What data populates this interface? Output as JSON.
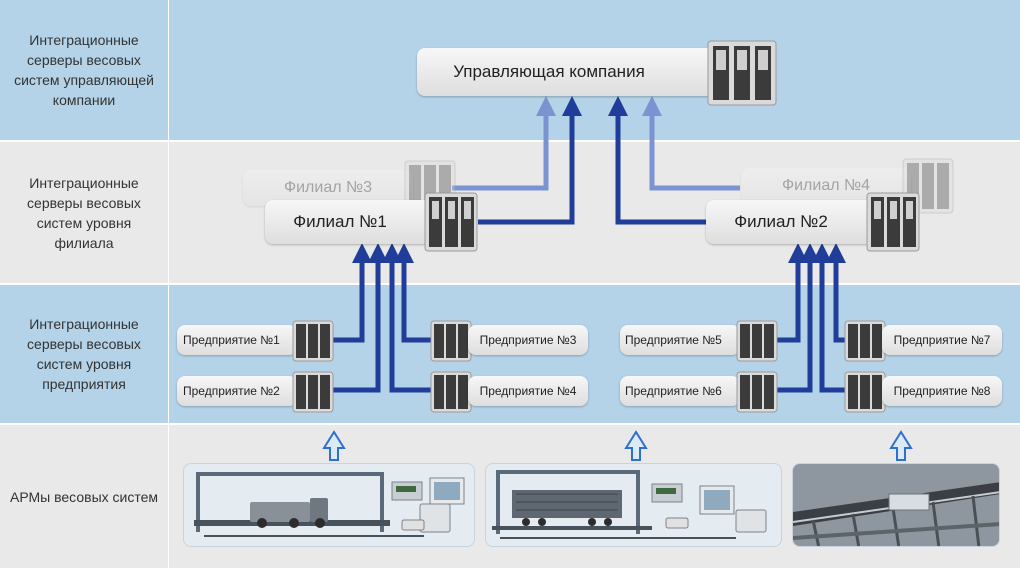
{
  "rows": [
    {
      "label": "Интеграционные серверы весовых систем управляющей компании"
    },
    {
      "label": "Интеграционные серверы весовых систем уровня филиала"
    },
    {
      "label": "Интеграционные серверы весовых систем уровня предприятия"
    },
    {
      "label": "АРМы весовых систем"
    }
  ],
  "company": {
    "label": "Управляющая компания"
  },
  "branches": [
    {
      "label": "Филиал №1"
    },
    {
      "label": "Филиал №2"
    },
    {
      "label": "Филиал №3"
    },
    {
      "label": "Филиал №4"
    }
  ],
  "enterprises": [
    {
      "label": "Предприятие №1"
    },
    {
      "label": "Предприятие №2"
    },
    {
      "label": "Предприятие №3"
    },
    {
      "label": "Предприятие №4"
    },
    {
      "label": "Предприятие №5"
    },
    {
      "label": "Предприятие №6"
    },
    {
      "label": "Предприятие №7"
    },
    {
      "label": "Предприятие №8"
    }
  ],
  "workstations": [
    {
      "icon": "truck-scale-icon"
    },
    {
      "icon": "railcar-scale-icon"
    },
    {
      "icon": "conveyor-scale-icon"
    }
  ],
  "colors": {
    "row_blue": "#b4d3e8",
    "row_gray": "#e9e9e9",
    "arrow_dark": "#1f3d99",
    "arrow_light": "#7b93d0"
  }
}
